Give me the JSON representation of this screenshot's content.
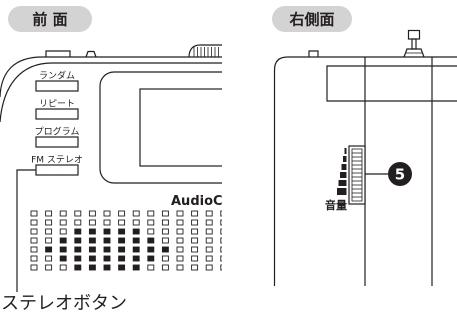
{
  "front_view": {
    "title": "前 面",
    "buttons": [
      {
        "label": "ランダム"
      },
      {
        "label": "リピート"
      },
      {
        "label": "プログラム"
      },
      {
        "label": "FM ステレオ"
      }
    ],
    "brand_text": "AudioC",
    "callout_label": "ステレオボタン"
  },
  "side_view": {
    "title": "右側面",
    "volume_label": "音量",
    "callout_number": "5"
  },
  "colors": {
    "ink": "#231f20",
    "title_badge": "#d3d3d3",
    "callout_badge": "#231f20",
    "callout_number": "#ffffff"
  }
}
